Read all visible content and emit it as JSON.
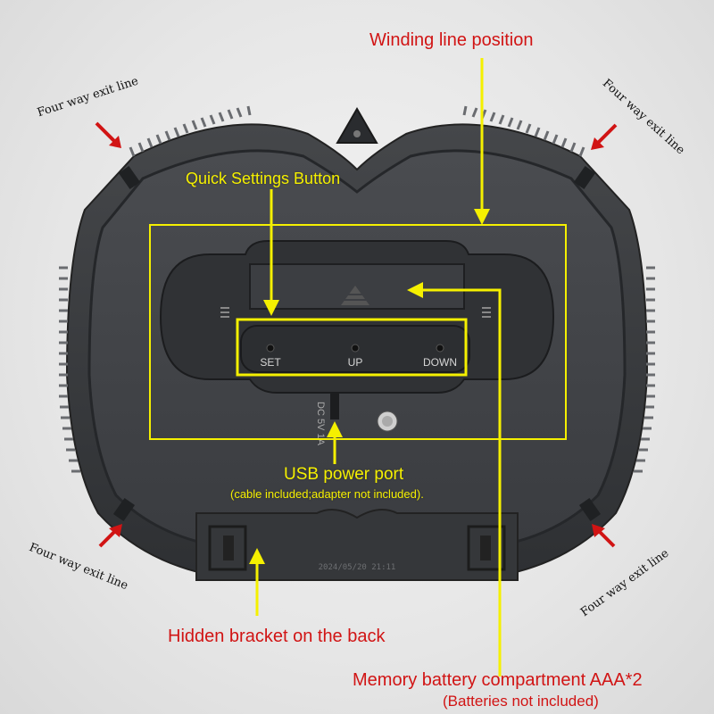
{
  "labels": {
    "winding": "Winding line position",
    "exit_top_left": "Four way exit line",
    "exit_top_right": "Four way exit line",
    "exit_bottom_left": "Four way exit line",
    "exit_bottom_right": "Four way exit line",
    "quick_settings": "Quick Settings Button",
    "usb": "USB power port",
    "usb_note": "(cable included;adapter not included).",
    "bracket": "Hidden bracket on the back",
    "battery": "Memory battery compartment AAA*2",
    "battery_note": "(Batteries not included)"
  },
  "device": {
    "buttons": [
      "SET",
      "UP",
      "DOWN"
    ],
    "dc_label": "DC 5V 1A",
    "serial": "2024/05/20 21:11"
  },
  "colors": {
    "annotation_red": "#d11414",
    "annotation_yellow": "#f5f000",
    "device_body": "#3b3d40"
  }
}
